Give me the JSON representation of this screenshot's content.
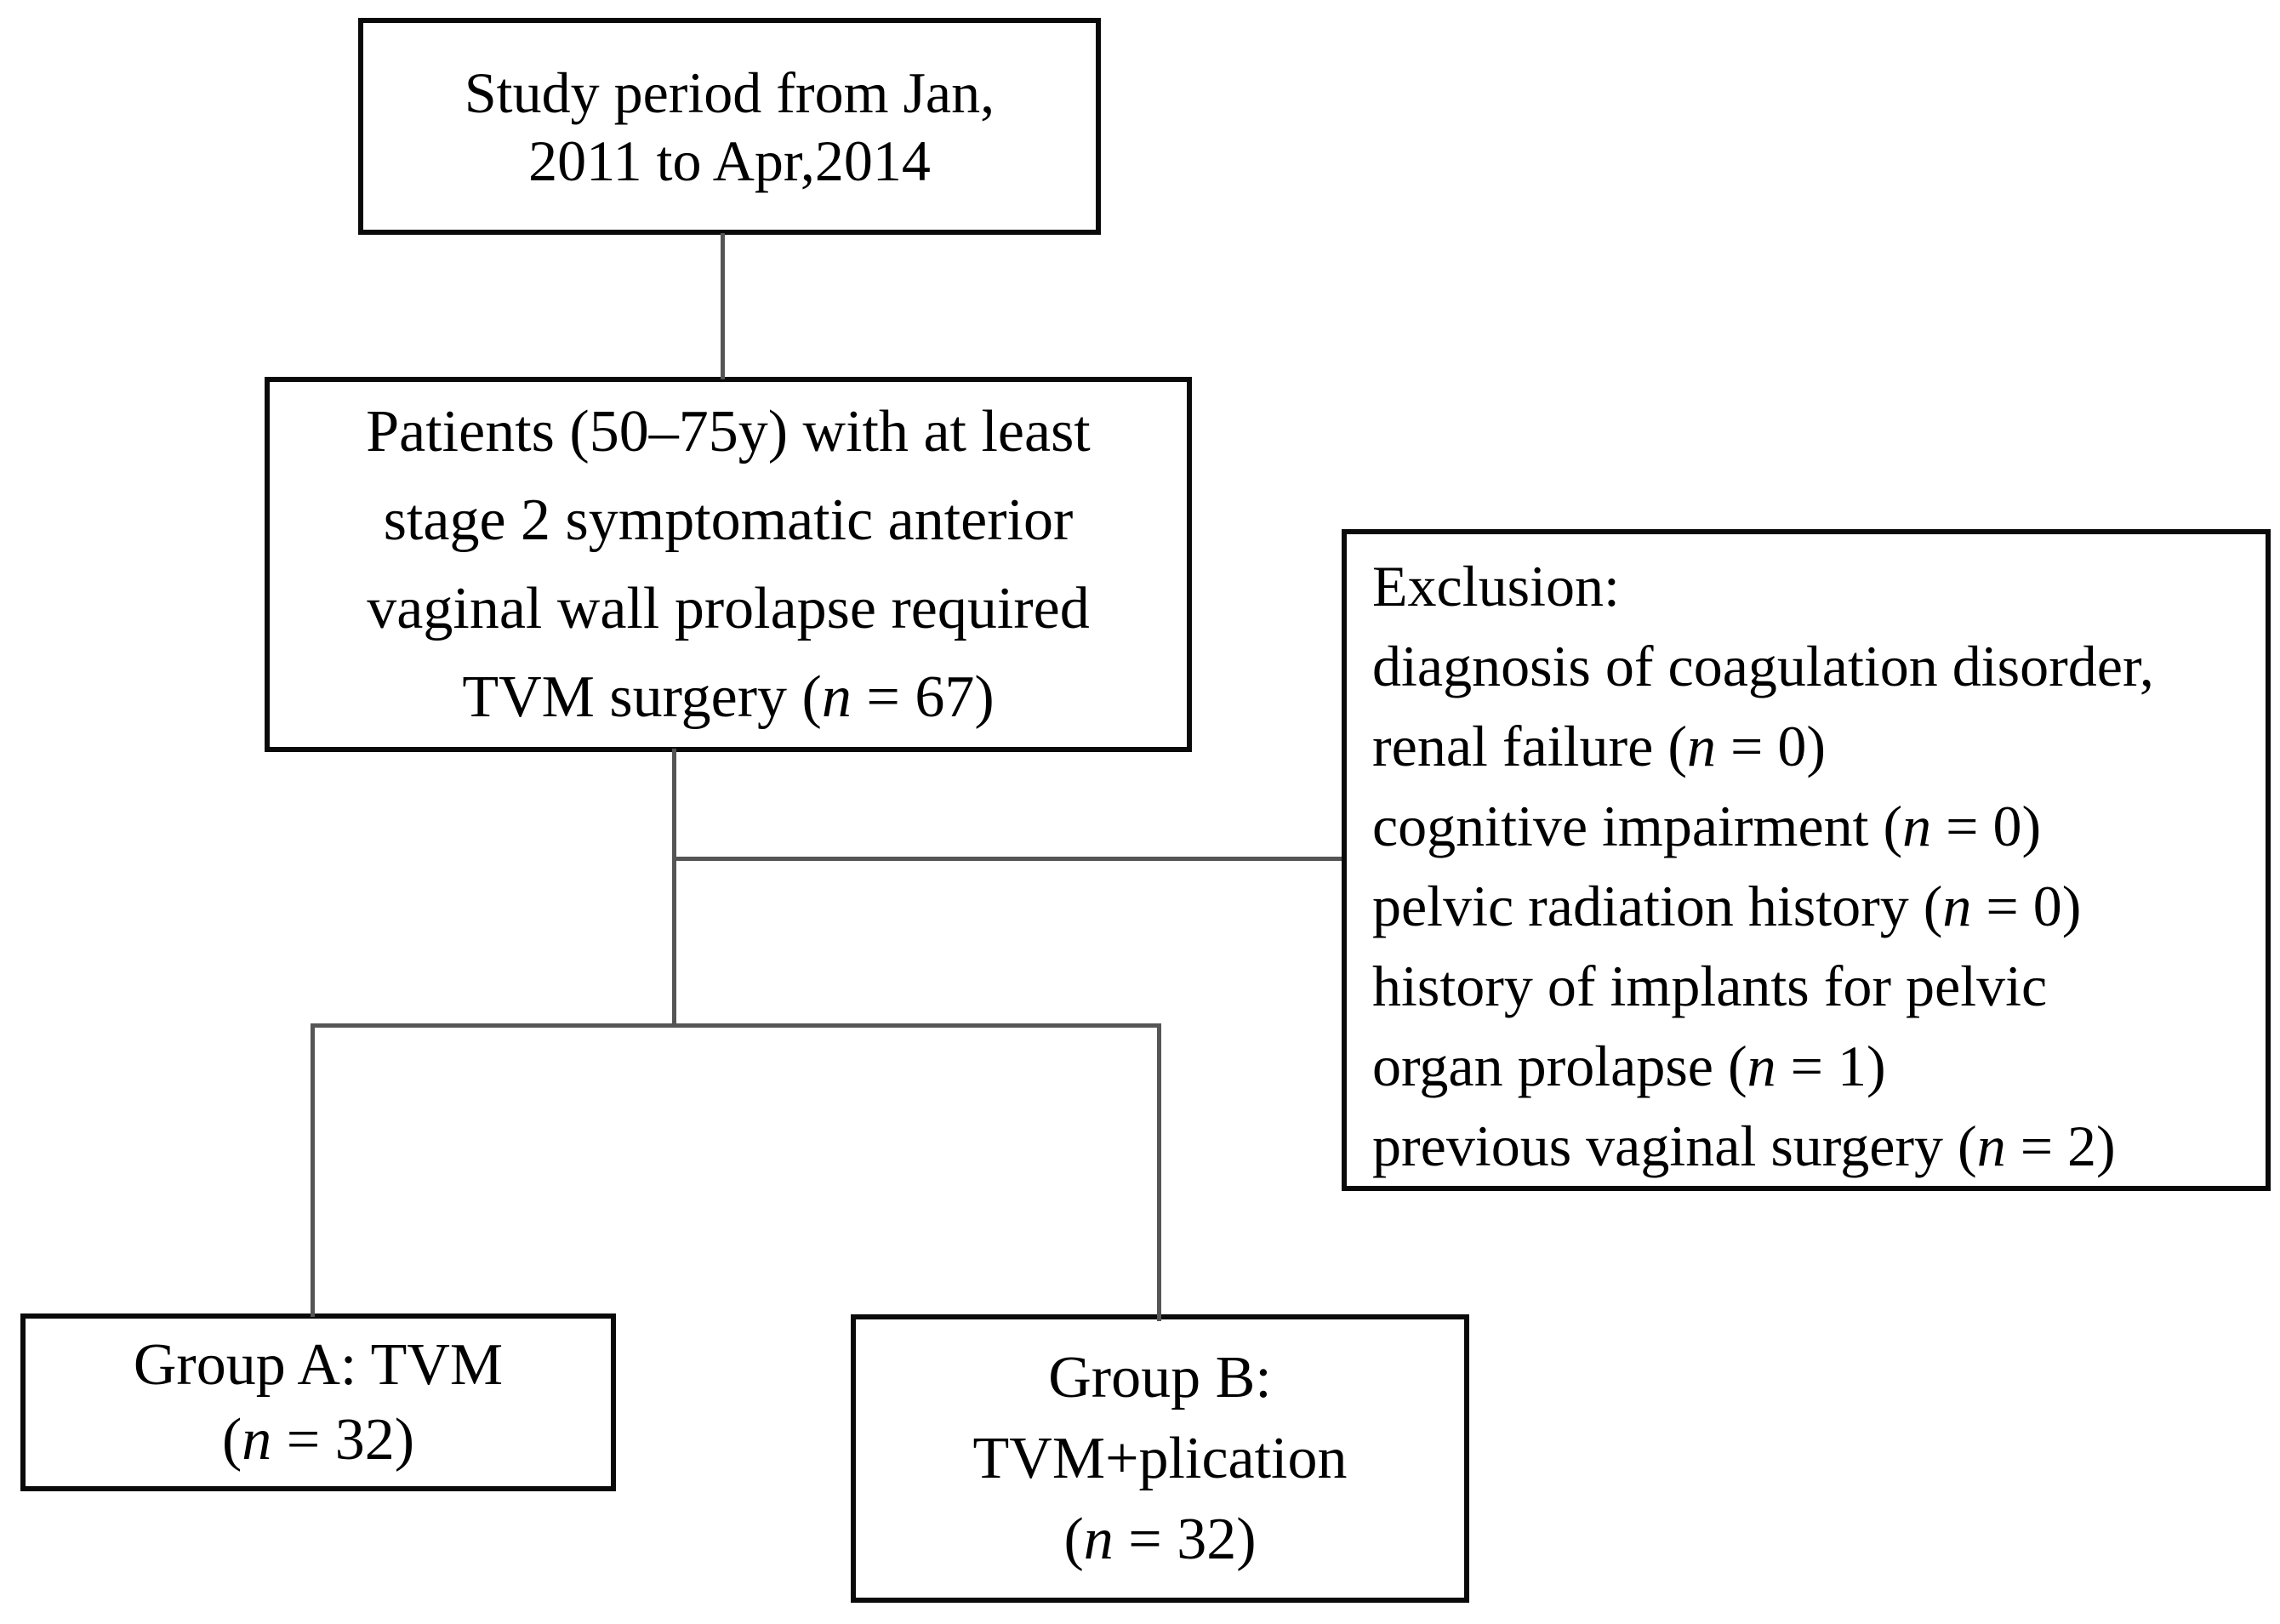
{
  "colors": {
    "background": "#ffffff",
    "text": "#000000",
    "border": "#0a0a0a",
    "connector": "#555555"
  },
  "boxes": {
    "study_period": {
      "lines": [
        [
          {
            "t": "Study period from Jan,"
          }
        ],
        [
          {
            "t": "2011 to Apr,2014"
          }
        ]
      ]
    },
    "patients": {
      "lines": [
        [
          {
            "t": "Patients (50–75y) with at least"
          }
        ],
        [
          {
            "t": "stage 2 symptomatic anterior"
          }
        ],
        [
          {
            "t": "vaginal wall prolapse required"
          }
        ],
        [
          {
            "t": "TVM surgery ("
          },
          {
            "t": "n",
            "i": true
          },
          {
            "t": " = 67)"
          }
        ]
      ]
    },
    "exclusion": {
      "lines": [
        [
          {
            "t": "Exclusion:"
          }
        ],
        [
          {
            "t": "diagnosis of coagulation disorder,"
          }
        ],
        [
          {
            "t": "renal failure ("
          },
          {
            "t": "n",
            "i": true
          },
          {
            "t": " = 0)"
          }
        ],
        [
          {
            "t": "cognitive impairment ("
          },
          {
            "t": "n",
            "i": true
          },
          {
            "t": " = 0)"
          }
        ],
        [
          {
            "t": "pelvic radiation history ("
          },
          {
            "t": "n",
            "i": true
          },
          {
            "t": " = 0)"
          }
        ],
        [
          {
            "t": "history of implants for pelvic"
          }
        ],
        [
          {
            "t": "organ prolapse ("
          },
          {
            "t": "n",
            "i": true
          },
          {
            "t": " = 1)"
          }
        ],
        [
          {
            "t": "previous vaginal surgery ("
          },
          {
            "t": "n",
            "i": true
          },
          {
            "t": " = 2)"
          }
        ]
      ]
    },
    "group_a": {
      "lines": [
        [
          {
            "t": "Group A: TVM"
          }
        ],
        [
          {
            "t": "("
          },
          {
            "t": "n",
            "i": true
          },
          {
            "t": " = 32)"
          }
        ]
      ]
    },
    "group_b": {
      "lines": [
        [
          {
            "t": "Group B:"
          }
        ],
        [
          {
            "t": "TVM+plication"
          }
        ],
        [
          {
            "t": "("
          },
          {
            "t": "n",
            "i": true
          },
          {
            "t": " = 32)"
          }
        ]
      ]
    }
  }
}
